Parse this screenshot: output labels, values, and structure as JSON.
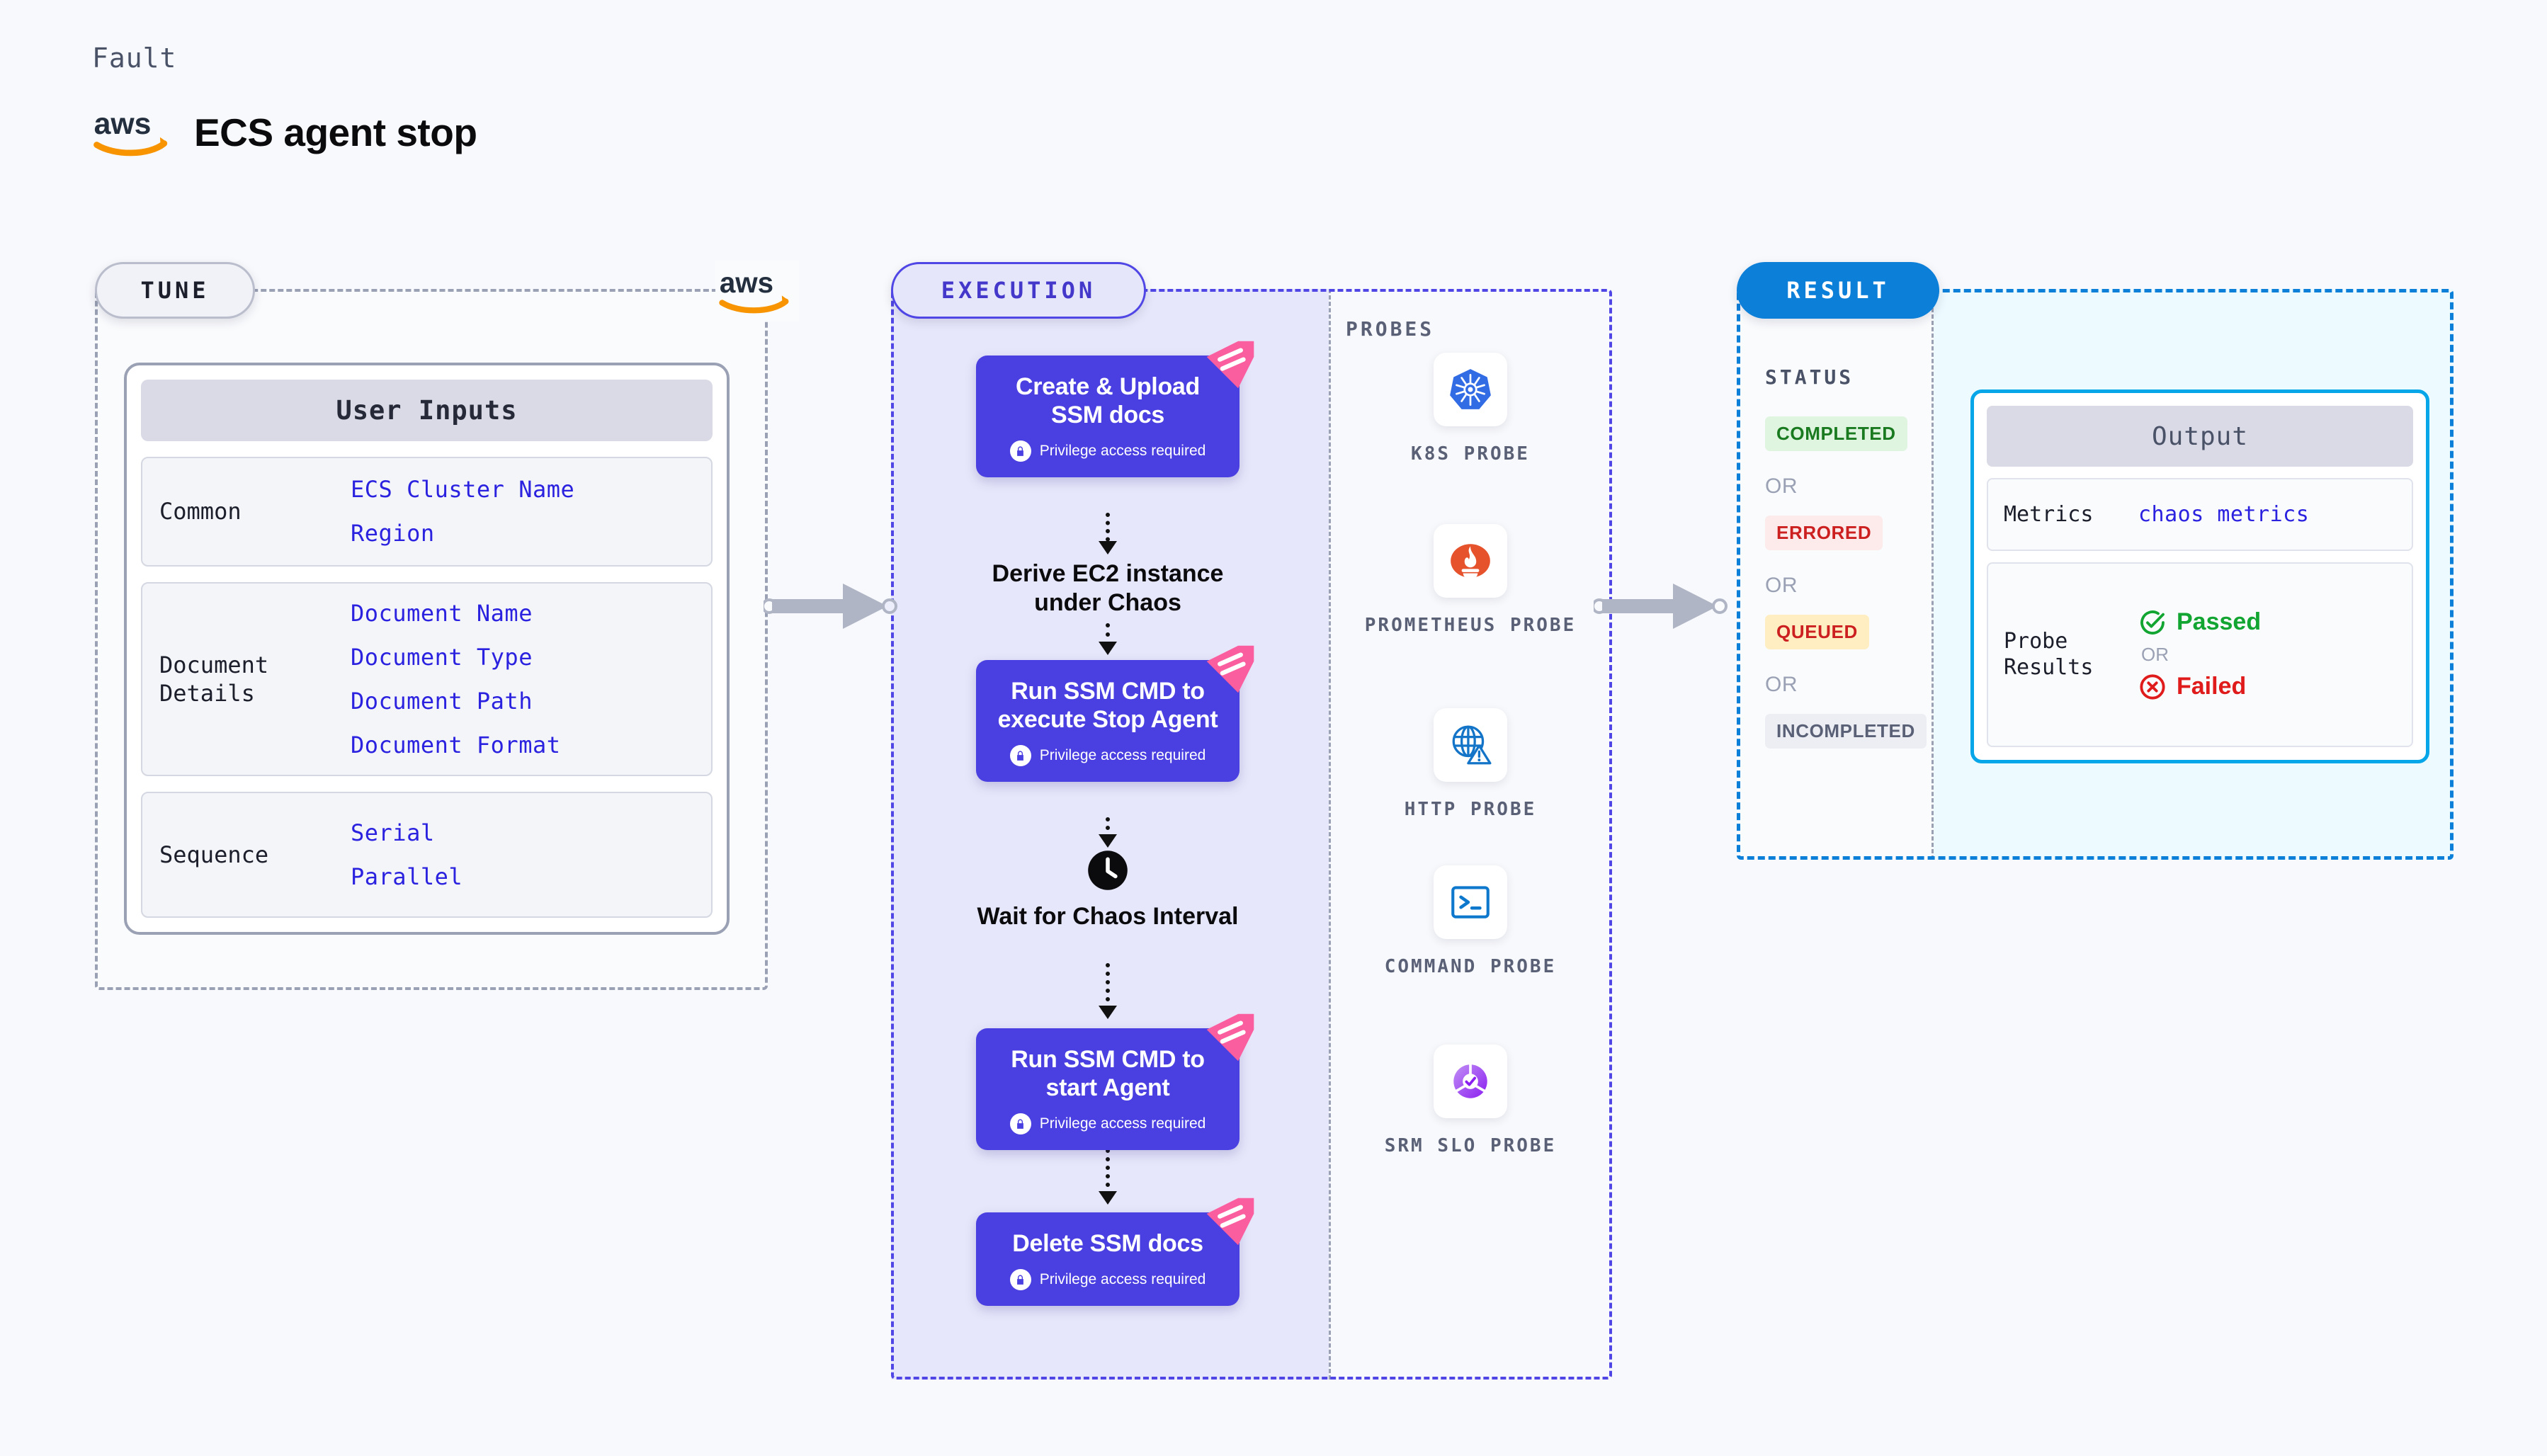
{
  "header": {
    "fault_label": "Fault",
    "title": "ECS agent stop",
    "brand_icon": "aws-logo"
  },
  "stages": {
    "tune_label": "TUNE",
    "execution_label": "EXECUTION",
    "result_label": "RESULT"
  },
  "tune": {
    "provider_icon": "aws-logo",
    "card_title": "User Inputs",
    "groups": [
      {
        "label": "Common",
        "values": [
          "ECS Cluster Name",
          "Region"
        ]
      },
      {
        "label": "Document\nDetails",
        "values": [
          "Document Name",
          "Document Type",
          "Document Path",
          "Document Format"
        ]
      },
      {
        "label": "Sequence",
        "values": [
          "Serial",
          "Parallel"
        ]
      }
    ]
  },
  "execution": {
    "steps": [
      {
        "type": "node",
        "title": "Create & Upload SSM docs",
        "privilege": "Privilege access required",
        "badge_icon": "harness-ribbon-icon",
        "lock_icon": "lock-icon"
      },
      {
        "type": "plain",
        "title": "Derive EC2 instance under Chaos",
        "icon": ""
      },
      {
        "type": "node",
        "title": "Run SSM CMD to execute Stop Agent",
        "privilege": "Privilege access required",
        "badge_icon": "harness-ribbon-icon",
        "lock_icon": "lock-icon"
      },
      {
        "type": "plain",
        "title": "Wait for Chaos Interval",
        "icon": "clock-icon"
      },
      {
        "type": "node",
        "title": "Run SSM CMD to start Agent",
        "privilege": "Privilege access required",
        "badge_icon": "harness-ribbon-icon",
        "lock_icon": "lock-icon"
      },
      {
        "type": "node",
        "title": "Delete SSM docs",
        "privilege": "Privilege access required",
        "badge_icon": "harness-ribbon-icon",
        "lock_icon": "lock-icon"
      }
    ]
  },
  "probes": {
    "section_label": "PROBES",
    "items": [
      {
        "name": "K8S PROBE",
        "icon": "kubernetes-icon"
      },
      {
        "name": "PROMETHEUS PROBE",
        "icon": "prometheus-icon"
      },
      {
        "name": "HTTP PROBE",
        "icon": "http-globe-warning-icon"
      },
      {
        "name": "COMMAND PROBE",
        "icon": "terminal-icon"
      },
      {
        "name": "SRM SLO PROBE",
        "icon": "srm-slo-icon"
      }
    ]
  },
  "result": {
    "status_label": "STATUS",
    "or_label": "OR",
    "statuses": [
      {
        "label": "COMPLETED",
        "bg": "#dff5e0",
        "fg": "#197a1f"
      },
      {
        "label": "ERRORED",
        "bg": "#fdeaea",
        "fg": "#cc1f1f"
      },
      {
        "label": "QUEUED",
        "bg": "#ffeec2",
        "fg": "#cc1f1f"
      },
      {
        "label": "INCOMPLETED",
        "bg": "#eceef4",
        "fg": "#5a6177"
      }
    ],
    "output": {
      "title": "Output",
      "metrics_label": "Metrics",
      "metrics_value": "chaos metrics",
      "probe_results_label": "Probe\nResults",
      "passed_label": "Passed",
      "failed_label": "Failed",
      "or_label": "OR",
      "passed_icon": "check-circle-icon",
      "failed_icon": "x-circle-icon"
    }
  },
  "colors": {
    "accent_purple": "#4a3fe0",
    "accent_blue": "#0c7fd9",
    "ribbon_pink": "#fb5e9e",
    "aws_orange": "#f79400",
    "input_value_blue": "#2b22e0"
  }
}
